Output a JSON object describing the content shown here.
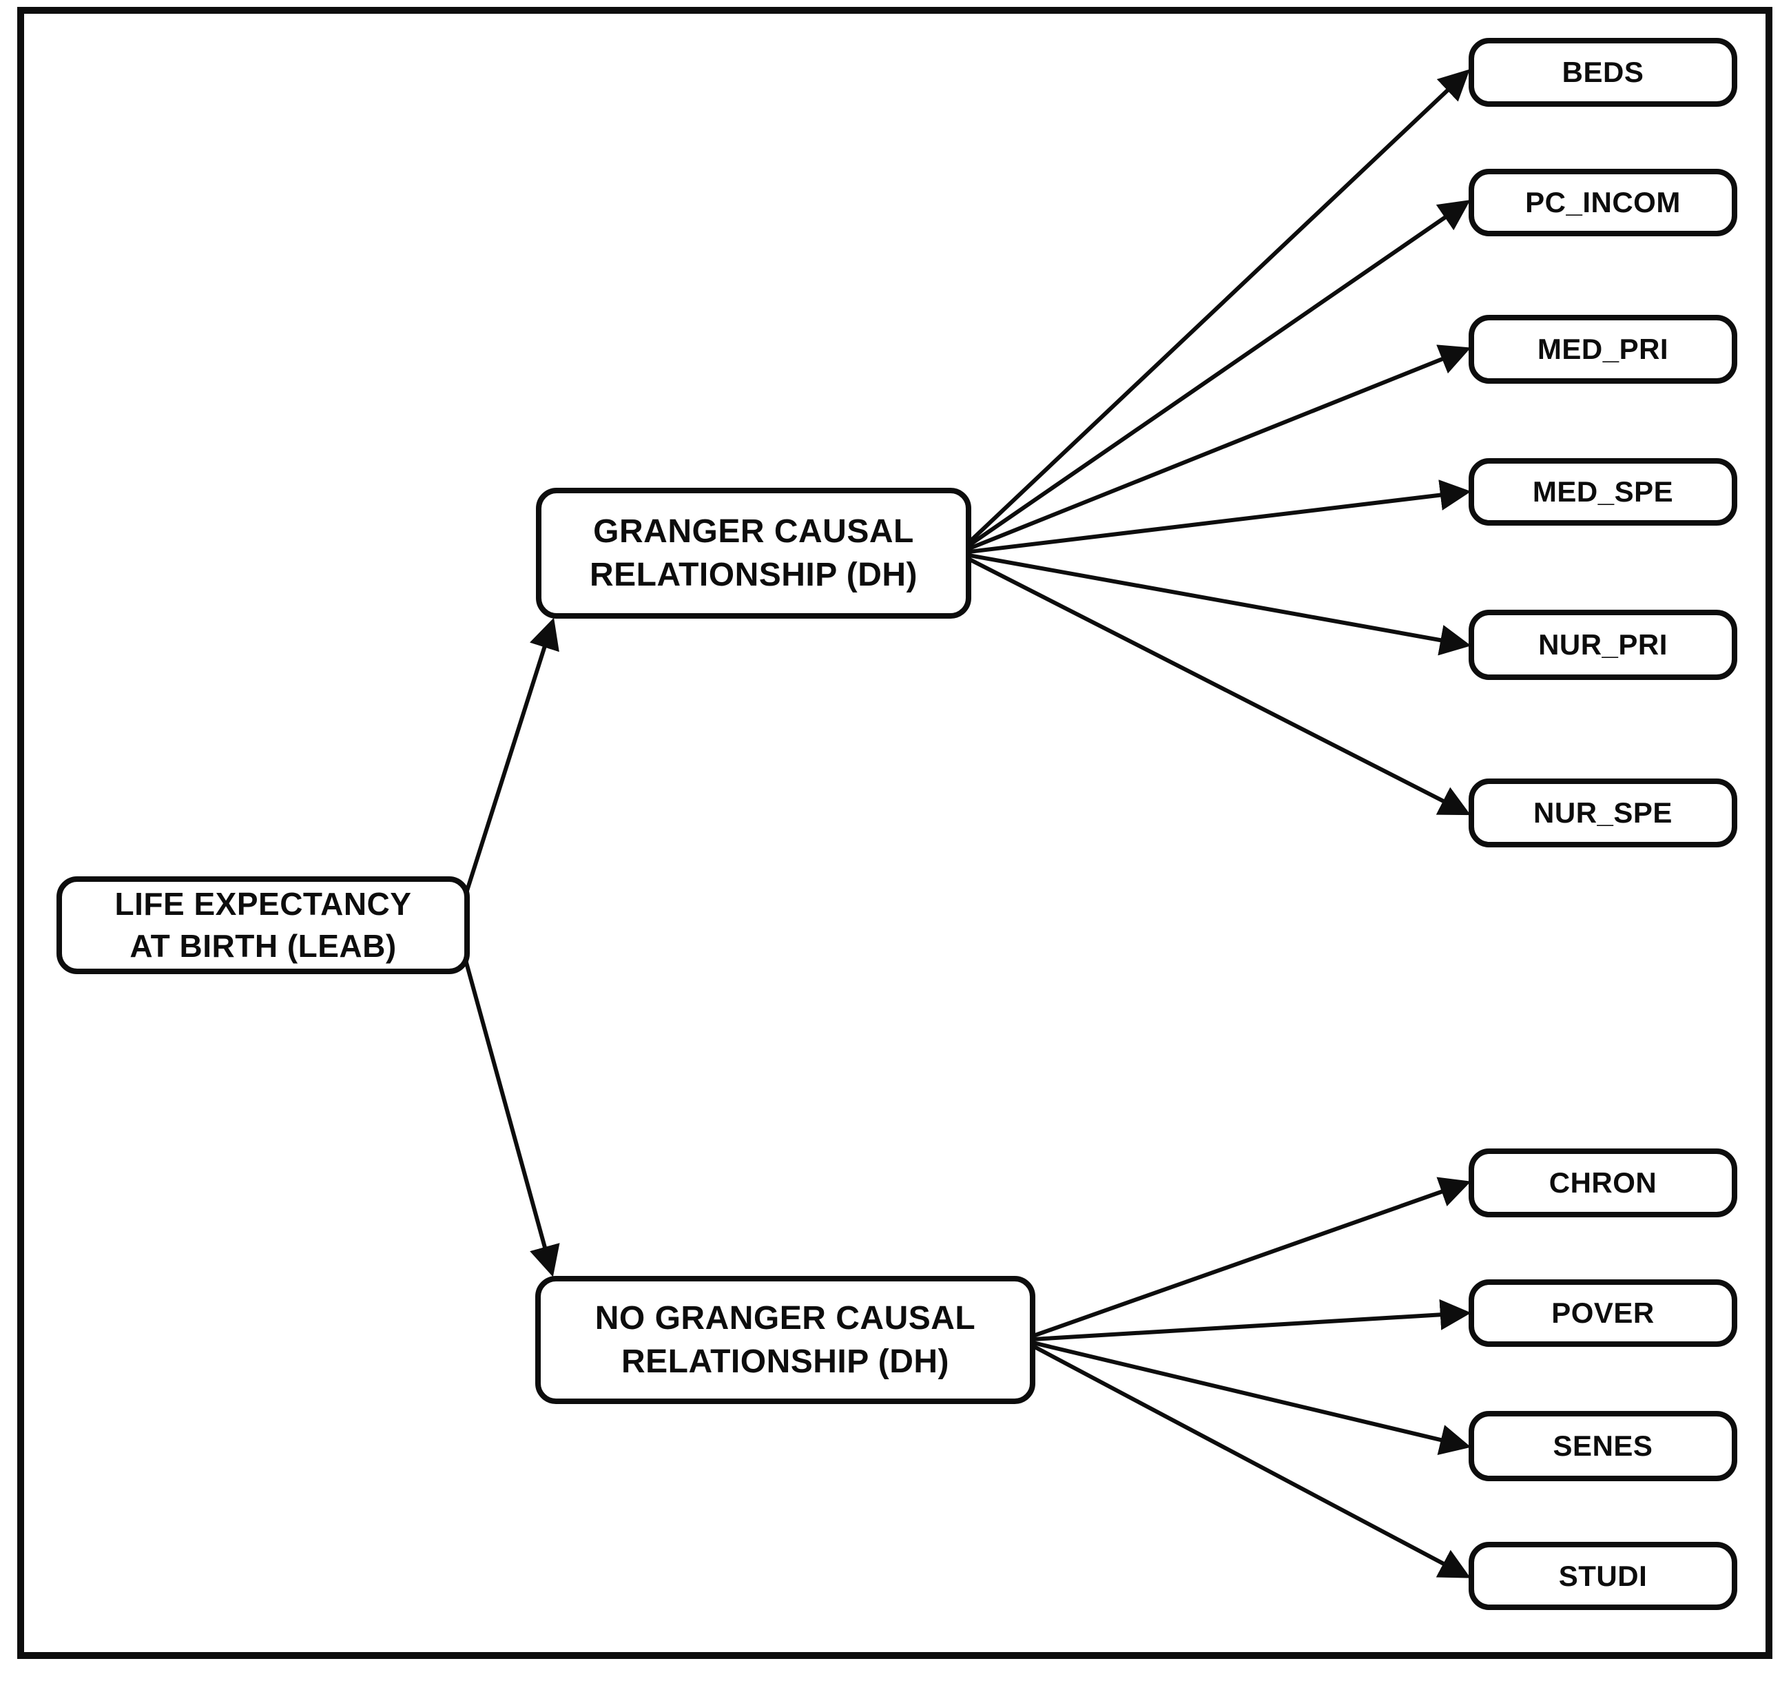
{
  "diagram": {
    "colors": {
      "ink": "#0d0d0d",
      "background": "#ffffff"
    },
    "nodes": {
      "leab": {
        "line1": "LIFE EXPECTANCY",
        "line2": "AT BIRTH (LEAB)"
      },
      "granger": {
        "line1": "GRANGER CAUSAL",
        "line2": "RELATIONSHIP (DH)"
      },
      "no_granger": {
        "line1": "NO GRANGER CAUSAL",
        "line2": "RELATIONSHIP (DH)"
      },
      "beds": {
        "label": "BEDS"
      },
      "pc_incom": {
        "label": "PC_INCOM"
      },
      "med_pri": {
        "label": "MED_PRI"
      },
      "med_spe": {
        "label": "MED_SPE"
      },
      "nur_pri": {
        "label": "NUR_PRI"
      },
      "nur_spe": {
        "label": "NUR_SPE"
      },
      "chron": {
        "label": "CHRON"
      },
      "pover": {
        "label": "POVER"
      },
      "senes": {
        "label": "SENES"
      },
      "studi": {
        "label": "STUDI"
      }
    },
    "edges": [
      {
        "from": "leab",
        "to": "granger",
        "fromAnchor": "right-inset",
        "toAnchor": "bottom-left"
      },
      {
        "from": "leab",
        "to": "no_granger",
        "fromAnchor": "right-inset",
        "toAnchor": "top-left"
      },
      {
        "from": "granger",
        "to": "beds",
        "fromAnchor": "right-inset",
        "toAnchor": "left"
      },
      {
        "from": "granger",
        "to": "pc_incom",
        "fromAnchor": "right-inset",
        "toAnchor": "left"
      },
      {
        "from": "granger",
        "to": "med_pri",
        "fromAnchor": "right-inset",
        "toAnchor": "left"
      },
      {
        "from": "granger",
        "to": "med_spe",
        "fromAnchor": "right-inset",
        "toAnchor": "left"
      },
      {
        "from": "granger",
        "to": "nur_pri",
        "fromAnchor": "right-inset",
        "toAnchor": "left"
      },
      {
        "from": "granger",
        "to": "nur_spe",
        "fromAnchor": "right-inset",
        "toAnchor": "left"
      },
      {
        "from": "no_granger",
        "to": "chron",
        "fromAnchor": "right-inset",
        "toAnchor": "left"
      },
      {
        "from": "no_granger",
        "to": "pover",
        "fromAnchor": "right-inset",
        "toAnchor": "left"
      },
      {
        "from": "no_granger",
        "to": "senes",
        "fromAnchor": "right-inset",
        "toAnchor": "left"
      },
      {
        "from": "no_granger",
        "to": "studi",
        "fromAnchor": "right-inset",
        "toAnchor": "left"
      }
    ]
  }
}
